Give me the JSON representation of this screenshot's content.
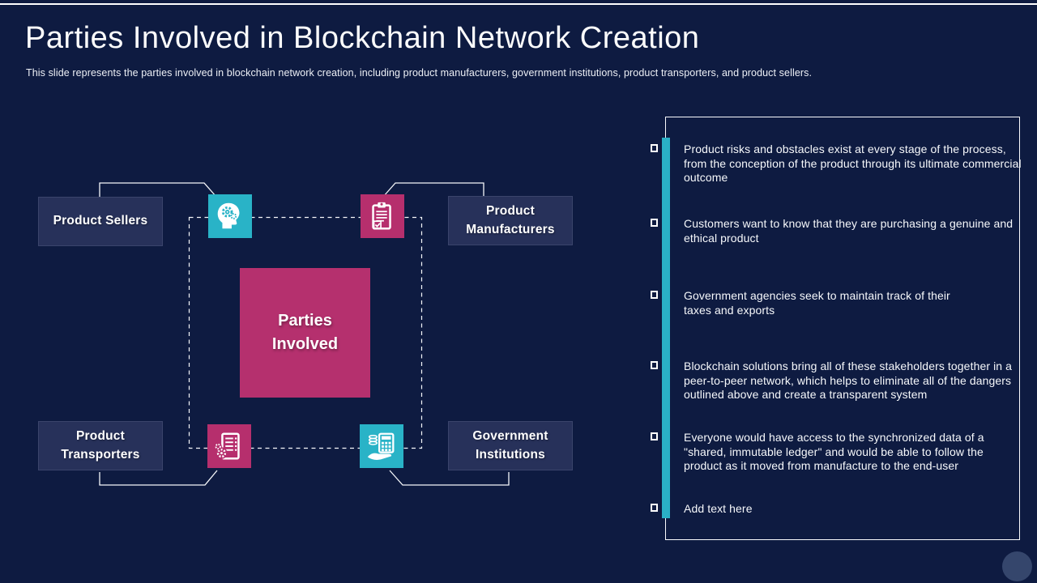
{
  "slide": {
    "title": "Parties Involved in Blockchain Network Creation",
    "subtitle": "This slide represents the parties involved in blockchain network creation, including product manufacturers, government institutions, product transporters, and product sellers."
  },
  "diagram": {
    "center_label": "Parties Involved",
    "nodes": [
      {
        "label": "Product Sellers",
        "position": "top-left"
      },
      {
        "label": "Product Manufacturers",
        "position": "top-right"
      },
      {
        "label": "Product Transporters",
        "position": "bottom-left"
      },
      {
        "label": "Government Institutions",
        "position": "bottom-right"
      }
    ],
    "icons": [
      {
        "name": "thinking-head-icon",
        "color": "#29B3C7"
      },
      {
        "name": "clipboard-check-icon",
        "color": "#B62F6D"
      },
      {
        "name": "checklist-gears-icon",
        "color": "#B62F6D"
      },
      {
        "name": "calculator-hand-icon",
        "color": "#29B3C7"
      }
    ]
  },
  "panel": {
    "bullets": [
      "Product risks and obstacles exist at every stage of the process, from the conception of the product through its ultimate commercial outcome",
      "Customers want to know that they are purchasing a genuine and ethical product",
      "Government agencies seek to maintain track of their taxes and exports",
      "Blockchain solutions bring all of these stakeholders together in a peer-to-peer network, which helps to eliminate all of the dangers outlined above and create a transparent system",
      "Everyone would have access to the synchronized data of a \"shared, immutable ledger\" and would be able to follow the product as it moved from manufacture to the end-user",
      "Add text here"
    ]
  },
  "colors": {
    "background": "#0E1B41",
    "accent_teal": "#29B3C7",
    "accent_magenta": "#B5306E",
    "node_box": "#27315A",
    "text": "#FFFFFF",
    "corner_circle": "#35466C"
  }
}
